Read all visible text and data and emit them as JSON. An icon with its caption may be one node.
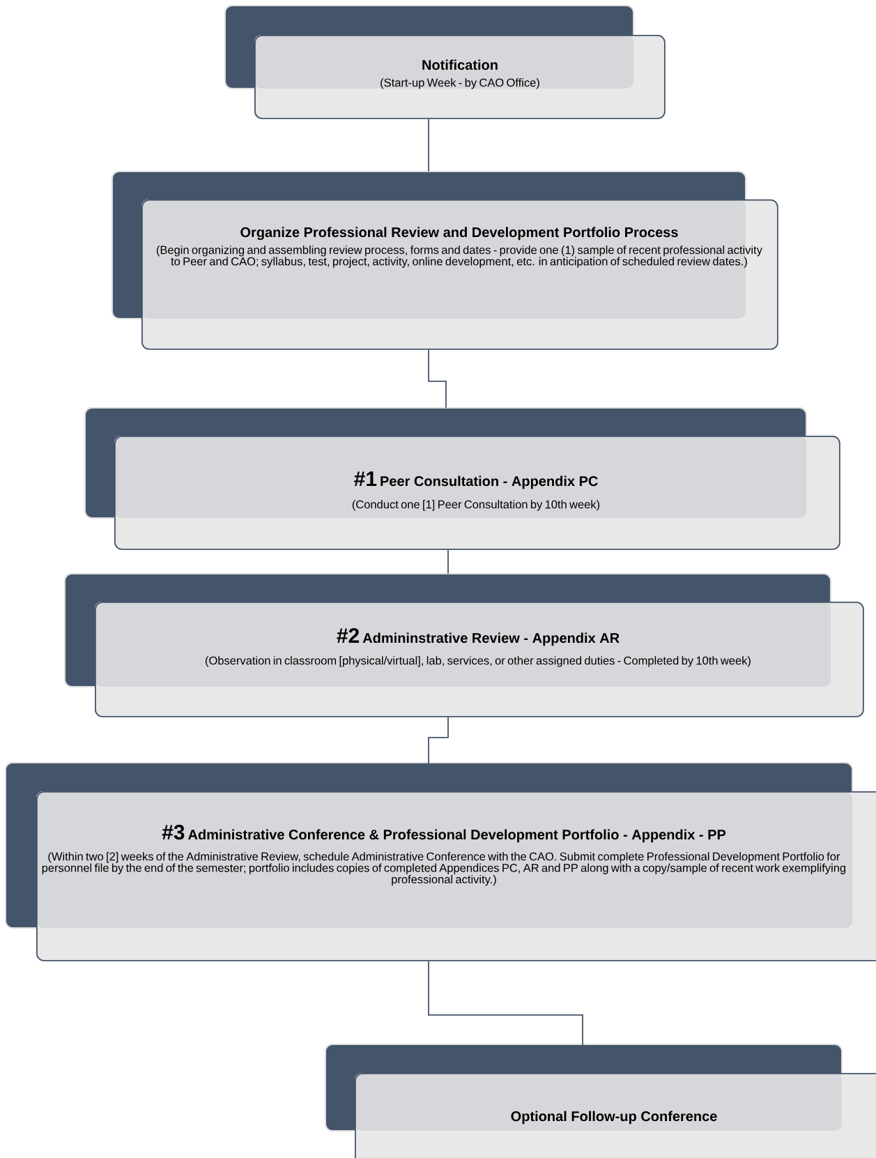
{
  "diagram": {
    "nodes": [
      {
        "text": [
          "Notification",
          "(Start-up Week - by CAO Office)"
        ]
      },
      {
        "text": [
          "Organize Professional Review and Development Portfolio Process",
          "(Begin organizing and assembling review process, forms and dates - provide one (1) sample of recent professional activity to Peer and CAO; syllabus, test, project, activity, online development, etc. in anticipation of scheduled review dates.)"
        ]
      },
      {
        "text": [
          "#1",
          "Peer Consultation - Appendix PC",
          "(Conduct one [1] Peer Consultation by 10th week)"
        ]
      },
      {
        "text": [
          "#2",
          "Admininstrative Review - Appendix AR",
          "(Observation in classroom [physical/virtual], lab, services, or other assigned duties - Completed by 10th week)"
        ]
      },
      {
        "text": [
          "#3",
          "Administrative Conference & Professional Development Portfolio - Appendix - PP",
          "(Within two [2] weeks of the Administrative Review, schedule Administrative Conference with the CAO. Submit complete Professional Development Portfolio for personnel file by the end of the semester; portfolio includes copies of completed Appendices PC, AR and PP along with a copy/sample of recent work exemplifying professional activity.)"
        ]
      },
      {
        "text": [
          "Optional Follow-up Conference"
        ]
      }
    ],
    "edges": [
      {
        "from": 0,
        "to": 1,
        "arrow": "none"
      },
      {
        "from": 1,
        "to": 2,
        "arrow": "none"
      },
      {
        "from": 2,
        "to": 3,
        "arrow": "none"
      },
      {
        "from": 3,
        "to": 4,
        "arrow": "none"
      },
      {
        "from": 4,
        "to": 5,
        "arrow": "none"
      }
    ]
  }
}
